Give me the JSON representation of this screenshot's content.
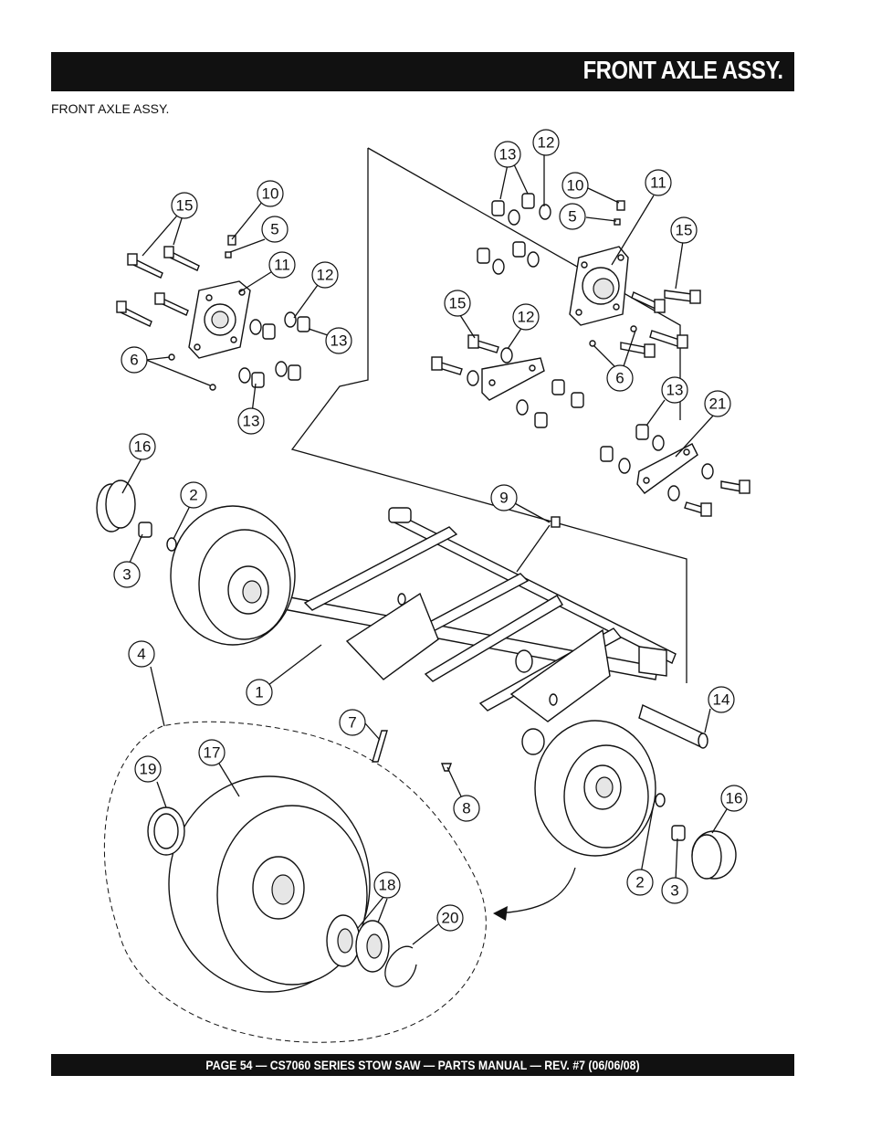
{
  "header": {
    "title": "FRONT AXLE ASSY."
  },
  "section_label": "FRONT AXLE ASSY.",
  "footer": {
    "text": "PAGE 54 — CS7060 SERIES STOW SAW — PARTS MANUAL — REV. #7 (06/06/08)"
  },
  "callouts": [
    {
      "label": "15"
    },
    {
      "label": "10"
    },
    {
      "label": "5"
    },
    {
      "label": "11"
    },
    {
      "label": "12"
    },
    {
      "label": "13"
    },
    {
      "label": "6"
    },
    {
      "label": "13"
    },
    {
      "label": "13"
    },
    {
      "label": "12"
    },
    {
      "label": "10"
    },
    {
      "label": "11"
    },
    {
      "label": "5"
    },
    {
      "label": "15"
    },
    {
      "label": "15"
    },
    {
      "label": "12"
    },
    {
      "label": "6"
    },
    {
      "label": "13"
    },
    {
      "label": "21"
    },
    {
      "label": "16"
    },
    {
      "label": "2"
    },
    {
      "label": "3"
    },
    {
      "label": "9"
    },
    {
      "label": "4"
    },
    {
      "label": "1"
    },
    {
      "label": "14"
    },
    {
      "label": "7"
    },
    {
      "label": "19"
    },
    {
      "label": "17"
    },
    {
      "label": "8"
    },
    {
      "label": "16"
    },
    {
      "label": "18"
    },
    {
      "label": "20"
    },
    {
      "label": "2"
    },
    {
      "label": "3"
    }
  ]
}
